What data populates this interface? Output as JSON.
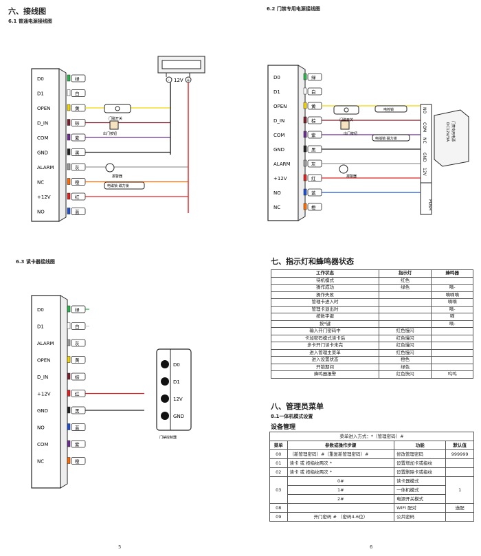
{
  "left": {
    "section6_title": "六、接线图",
    "s61_title": "6.1 普通电源接线图",
    "s63_title": "6.3 读卡器接线图",
    "page_number": "5"
  },
  "right": {
    "s62_title": "6.2 门禁专用电源接线图",
    "section7_title": "七、指示灯和蜂鸣器状态",
    "section8_title": "八、管理员菜单",
    "s81_title": "8.1一体机模式设置",
    "device_mgmt": "设备管理",
    "page_number": "6"
  },
  "d61": {
    "terminals": [
      "D0",
      "D1",
      "OPEN",
      "D_IN",
      "COM",
      "GND",
      "ALARM",
      "NC",
      "+12V",
      "NO"
    ],
    "wire_labels": [
      "绿",
      "白",
      "黄",
      "棕",
      "紫",
      "黑",
      "灰",
      "橙",
      "红",
      "蓝"
    ],
    "wire_colors": [
      "#2bb34b",
      "#ffffff",
      "#f2d600",
      "#7a1f2b",
      "#6a2c91",
      "#222222",
      "#999999",
      "#ff6a00",
      "#e02020",
      "#1f4fd1"
    ],
    "psu_label": "-12V+",
    "minus": "-",
    "plus": "+",
    "v12": "12V",
    "door_button": "门磁开关",
    "exit_button": "出门按钮",
    "alarm": "报警器",
    "lock": "电磁锁 磁力锁"
  },
  "d62": {
    "terminals": [
      "D0",
      "D1",
      "OPEN",
      "D_IN",
      "COM",
      "GND",
      "ALARM",
      "+12V",
      "NO",
      "NC"
    ],
    "wire_labels": [
      "绿",
      "白",
      "黄",
      "棕",
      "紫",
      "黑",
      "灰",
      "红",
      "蓝",
      "橙"
    ],
    "wire_colors": [
      "#2bb34b",
      "#ffffff",
      "#f2d600",
      "#7a1f2b",
      "#6a2c91",
      "#222222",
      "#999999",
      "#e02020",
      "#1f4fd1",
      "#ff6a00"
    ],
    "psu_terms": [
      "NO",
      "COM",
      "NC",
      "GND",
      "12V"
    ],
    "push": "PUSH",
    "psu_name": "DC12V/3A",
    "psu_sub": "门禁专用电源",
    "lock1": "电控锁",
    "lock2": "电插锁 磁力锁",
    "door_button": "门磁开关",
    "exit_button": "出门按钮",
    "alarm": "报警器"
  },
  "d63": {
    "terminals": [
      "D0",
      "D1",
      "ALARM",
      "OPEN",
      "D_IN",
      "+12V",
      "GND",
      "NO",
      "COM",
      "NC"
    ],
    "wire_labels": [
      "绿",
      "白",
      "灰",
      "黄",
      "棕",
      "红",
      "黑",
      "蓝",
      "紫",
      "橙"
    ],
    "wire_colors": [
      "#2bb34b",
      "#ffffff",
      "#999999",
      "#f2d600",
      "#7a1f2b",
      "#e02020",
      "#222222",
      "#1f4fd1",
      "#6a2c91",
      "#ff6a00"
    ],
    "reader_terms": [
      "D0",
      "D1",
      "12V",
      "GND"
    ],
    "reader_label": "门禁控制器"
  },
  "status_table": {
    "headers": [
      "工作状态",
      "指示灯",
      "蜂鸣器"
    ],
    "rows": [
      [
        "待机模式",
        "红色",
        ""
      ],
      [
        "操作成功",
        "绿色",
        "嘀-"
      ],
      [
        "操作失败",
        "",
        "嘀嘀嘀"
      ],
      [
        "管理卡进入时",
        "",
        "嘀嘀"
      ],
      [
        "管理卡退出时",
        "",
        "嘀-"
      ],
      [
        "按数字键",
        "",
        "嘀"
      ],
      [
        "按*键",
        "",
        "嘀-"
      ],
      [
        "输入开门密码中",
        "红色慢闪",
        ""
      ],
      [
        "卡加密码模式读卡后",
        "红色慢闪",
        ""
      ],
      [
        "多卡开门读卡未完",
        "红色慢闪",
        ""
      ],
      [
        "进入管理主菜单",
        "红色慢闪",
        ""
      ],
      [
        "进入设置状态",
        "橙色",
        ""
      ],
      [
        "开锁期间",
        "绿色",
        ""
      ],
      [
        "蜂鸣器报警",
        "红色快闪",
        "呜呜"
      ]
    ]
  },
  "menu_table": {
    "entry": "菜单进入方式：*（管理密码）#",
    "headers": [
      "菜单",
      "参数或操作步骤",
      "功能",
      "默认值"
    ],
    "r00": [
      "00",
      "（新管理密码）#（重复新管理密码）#",
      "修改管理密码",
      "999999"
    ],
    "r01": [
      "01",
      "读卡 或 按指纹两次 *",
      "设置增加卡或指纹",
      ""
    ],
    "r02": [
      "02",
      "读卡 或 按指纹两次 *",
      "设置删除卡或指纹",
      ""
    ],
    "r03_code": "03",
    "r03_steps": [
      "0#",
      "1#",
      "2#"
    ],
    "r03_funcs": [
      "读卡器模式",
      "一体机模式",
      "电源开关模式"
    ],
    "r03_default": "1",
    "r08": [
      "08",
      "",
      "WIFI 配对",
      "选配"
    ],
    "r09": [
      "09",
      "开门密码 #  （密码4-6位）",
      "公共密码",
      ""
    ]
  }
}
